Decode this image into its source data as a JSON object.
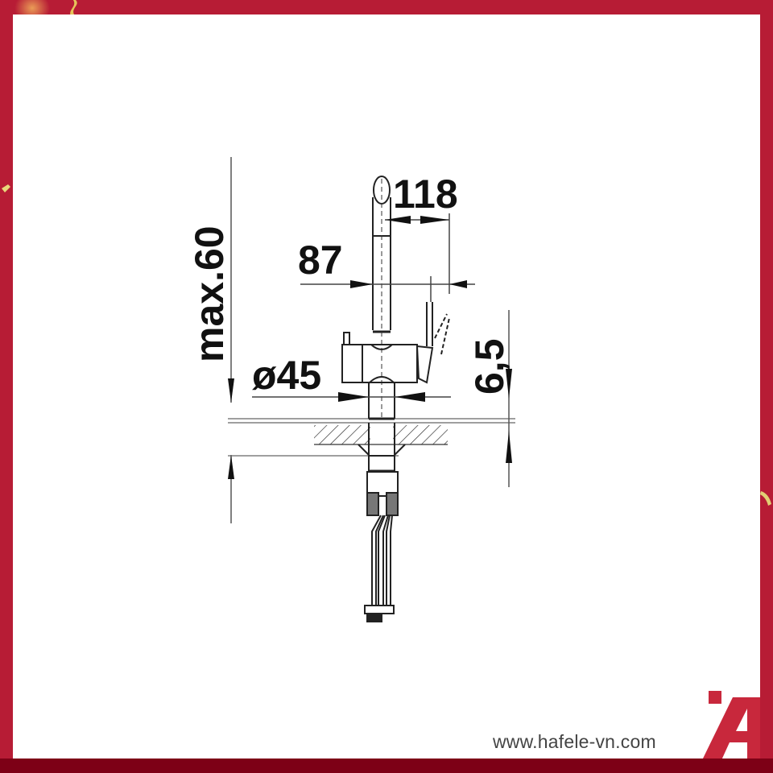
{
  "frame": {
    "border_color": "#b71c35",
    "bottom_band_color": "#7d0016",
    "background": "#ffffff"
  },
  "drawing": {
    "subject": "faucet technical dimension drawing",
    "dimensions": {
      "max_height": "max.60",
      "spout_reach": "118",
      "lever_offset": "87",
      "base_diameter": "ø45",
      "counter_thickness": "6,5"
    }
  },
  "footer": {
    "url": "www.hafele-vn.com",
    "logo_color": "#c8283c"
  }
}
